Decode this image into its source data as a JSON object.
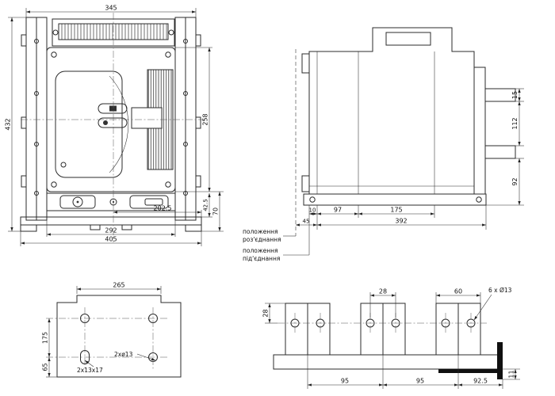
{
  "front_view": {
    "dims": {
      "w345": "345",
      "h432": "432",
      "h258": "258",
      "h70": "70",
      "h42_5": "42.5",
      "w202_5": "202.5",
      "w292": "292",
      "w405": "405"
    }
  },
  "side_view": {
    "dims": {
      "d15": "15",
      "d112": "112",
      "d92": "92",
      "d10": "10",
      "d97": "97",
      "d175": "175",
      "d392": "392",
      "d45": "45"
    },
    "labels": {
      "pos1_line1": "положення",
      "pos1_line2": "роз'єднання",
      "pos2_line1": "положення",
      "pos2_line2": "під'єднання"
    }
  },
  "cutout_view": {
    "dims": {
      "w265": "265",
      "h175": "175",
      "h65": "65"
    },
    "labels": {
      "holes_round": "2xø13",
      "holes_slot": "2x13x17"
    }
  },
  "busbar_view": {
    "dims": {
      "d28_top": "28",
      "d60": "60",
      "d28_left": "28",
      "d11": "11",
      "p95_1": "95",
      "p95_2": "95",
      "p92_5": "92.5"
    },
    "labels": {
      "holes": "6 x Ø13"
    }
  }
}
